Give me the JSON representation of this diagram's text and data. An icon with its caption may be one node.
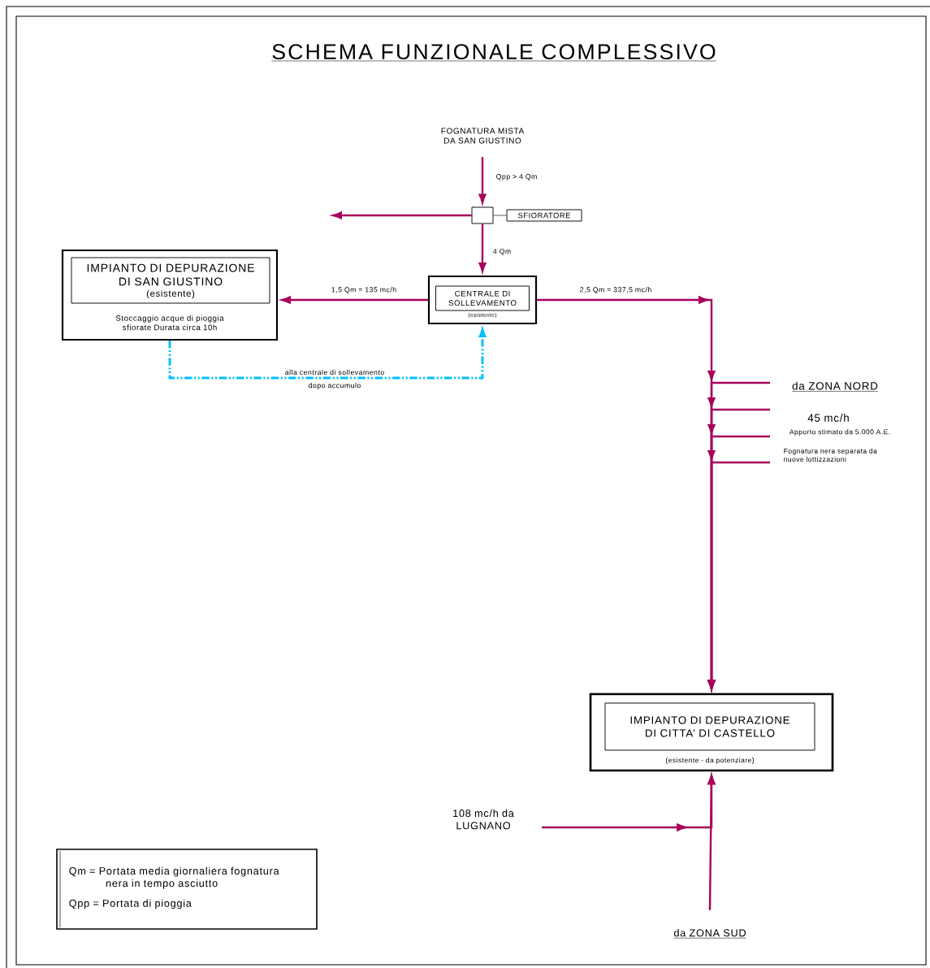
{
  "diagram": {
    "title": "SCHEMA FUNZIONALE COMPLESSIVO",
    "nodes": [
      {
        "text": [
          "FOGNATURA MISTA DA SAN GIUSTINO"
        ]
      },
      {
        "text": [],
        "shape": "box"
      },
      {
        "text": [
          "SFIORATORE"
        ]
      },
      {
        "text": [
          "Stoccaggio acque di pioggia sfiorate Durata circa 10h"
        ]
      },
      {
        "text": [
          "IMPIANTO DI DEPURAZIONE DI SAN GIUSTINO",
          "(esistente)"
        ],
        "in": 3
      },
      {
        "text": [
          "(esistente)"
        ]
      },
      {
        "text": [
          "CENTRALE DI SOLLEVAMENTO"
        ],
        "in": 5
      },
      {
        "text": [
          "(esistente - da potenziare)"
        ]
      },
      {
        "text": [
          "IMPIANTO DI DEPURAZIONE DI CITTA' DI CASTELLO"
        ],
        "in": 7
      },
      {
        "text": [
          "108 mc/h da LUGNANO"
        ]
      },
      {
        "text": [
          "da ZONA SUD"
        ]
      },
      {
        "text": [
          "Qm = Portata media giornaliera fognatura nera in tempo asciutto",
          "Qpp = Portata di pioggia"
        ]
      }
    ],
    "edges": [
      {
        "from": 0,
        "to": 1,
        "arrow": "to",
        "label": "Qpp > 4 Qm"
      },
      {
        "from": 1,
        "to": null,
        "arrow": "to"
      },
      {
        "from": 1,
        "to": 2,
        "arrow": "none",
        "color": "#333333"
      },
      {
        "from": 1,
        "to": 5,
        "arrow": "to",
        "label": "4 Qm"
      },
      {
        "from": 5,
        "to": 3,
        "arrow": "to",
        "label": "1,5 Qm = 135 mc/h"
      },
      {
        "from": 3,
        "to": 5,
        "arrow": "to",
        "label": "alla centrale di sollevamento",
        "style": "dashed",
        "color": "#00bfff"
      },
      {
        "from": 5,
        "to": 7,
        "arrow": "to",
        "label": "2,5 Qm = 337,5 mc/h"
      },
      {
        "from": null,
        "to": 7,
        "arrow": "to"
      },
      {
        "from": null,
        "to": 7,
        "arrow": "to"
      },
      {
        "from": null,
        "to": 7,
        "arrow": "to"
      },
      {
        "from": null,
        "to": 7,
        "arrow": "to"
      },
      {
        "from": 9,
        "to": 7,
        "arrow": "to"
      },
      {
        "from": 10,
        "to": 7,
        "arrow": "to"
      }
    ],
    "labels": [
      "dopo accumulo",
      "da ZONA NORD",
      "45 mc/h",
      "Apporto stimato da 5.000 A.E.",
      "Fognatura nera separata da nuove lottizzazioni"
    ]
  }
}
